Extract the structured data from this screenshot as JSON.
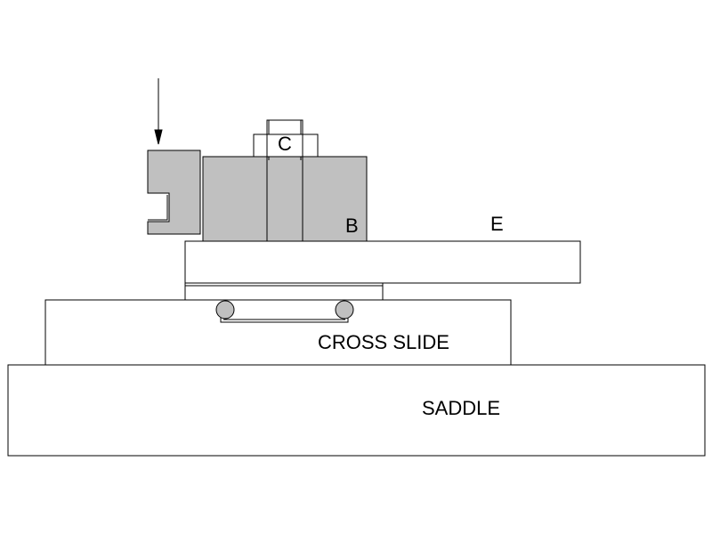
{
  "labels": {
    "c": "C",
    "b": "B",
    "e": "E",
    "cross_slide": "CROSS SLIDE",
    "saddle": "SADDLE"
  },
  "colors": {
    "stroke": "#000000",
    "background": "#ffffff",
    "tool_block_fill": "#c0c0c0",
    "bearing_ball_fill": "#c0c0c0"
  }
}
